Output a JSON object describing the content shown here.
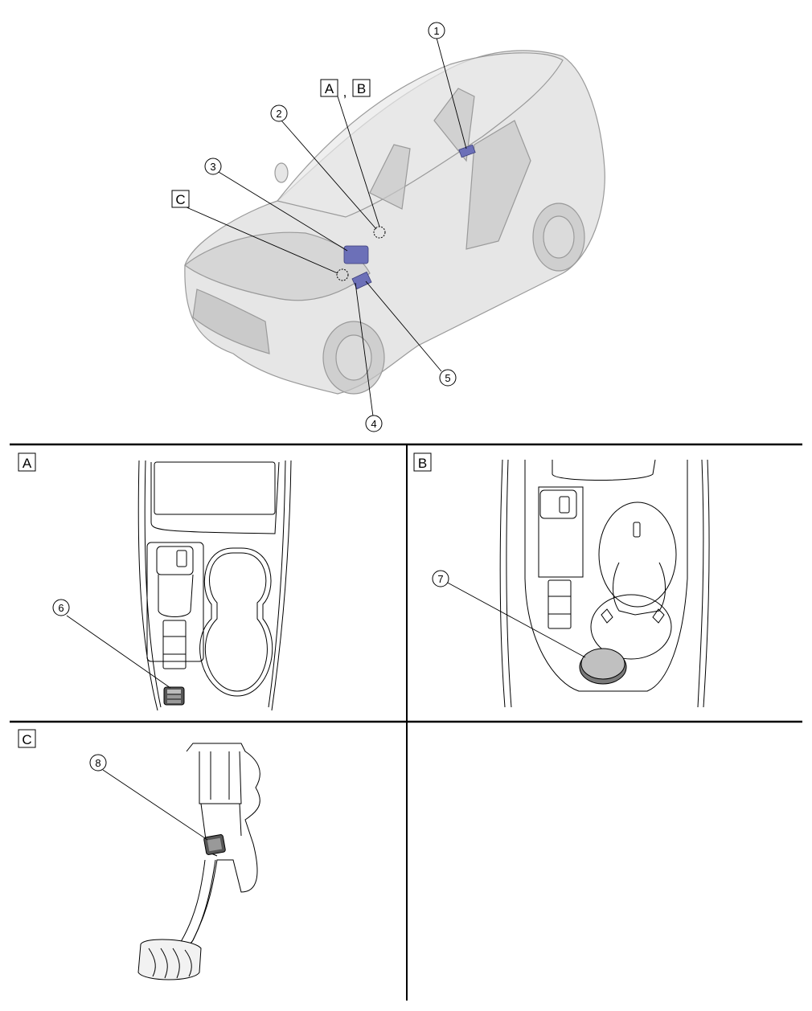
{
  "callouts": {
    "c1": "1",
    "c2": "2",
    "c3": "3",
    "c4": "4",
    "c5": "5",
    "c6": "6",
    "c7": "7",
    "c8": "8"
  },
  "views": {
    "a": "A",
    "b": "B",
    "c": "C",
    "separator": ","
  },
  "colors": {
    "highlight": "#6c70b8",
    "line": "#000000",
    "car_body": "#d9d9d9"
  }
}
